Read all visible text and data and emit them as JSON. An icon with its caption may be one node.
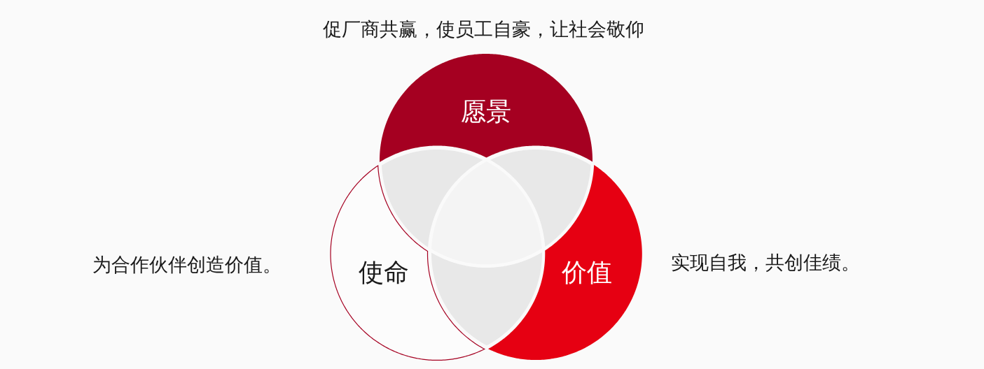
{
  "diagram": {
    "nodes": [
      {
        "text": [
          "愿景"
        ],
        "beside": [
          "促厂商共赢，使员工自豪，让社会敬仰"
        ]
      },
      {
        "text": [
          "使命"
        ],
        "beside": [
          "为合作伙伴创造价值。"
        ]
      },
      {
        "text": [
          "价值"
        ],
        "beside": [
          "实现自我，共创佳绩。"
        ]
      },
      {
        "text": [],
        "shape": "lens"
      },
      {
        "text": [],
        "shape": "lens"
      },
      {
        "text": [],
        "shape": "triangle"
      },
      {
        "text": [],
        "shape": "lens"
      }
    ]
  }
}
